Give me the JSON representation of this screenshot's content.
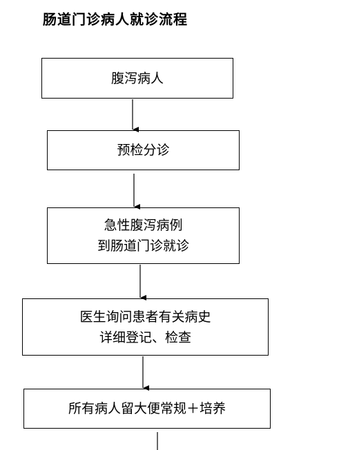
{
  "title": "肠道门诊病人就诊流程",
  "steps": [
    {
      "lines": [
        "腹泻病人"
      ]
    },
    {
      "lines": [
        "预检分诊"
      ]
    },
    {
      "lines": [
        "急性腹泻病例",
        "到肠道门诊就诊"
      ]
    },
    {
      "lines": [
        "医生询问患者有关病史",
        "详细登记、检查"
      ]
    },
    {
      "lines": [
        "所有病人留大便常规＋培养"
      ]
    }
  ]
}
